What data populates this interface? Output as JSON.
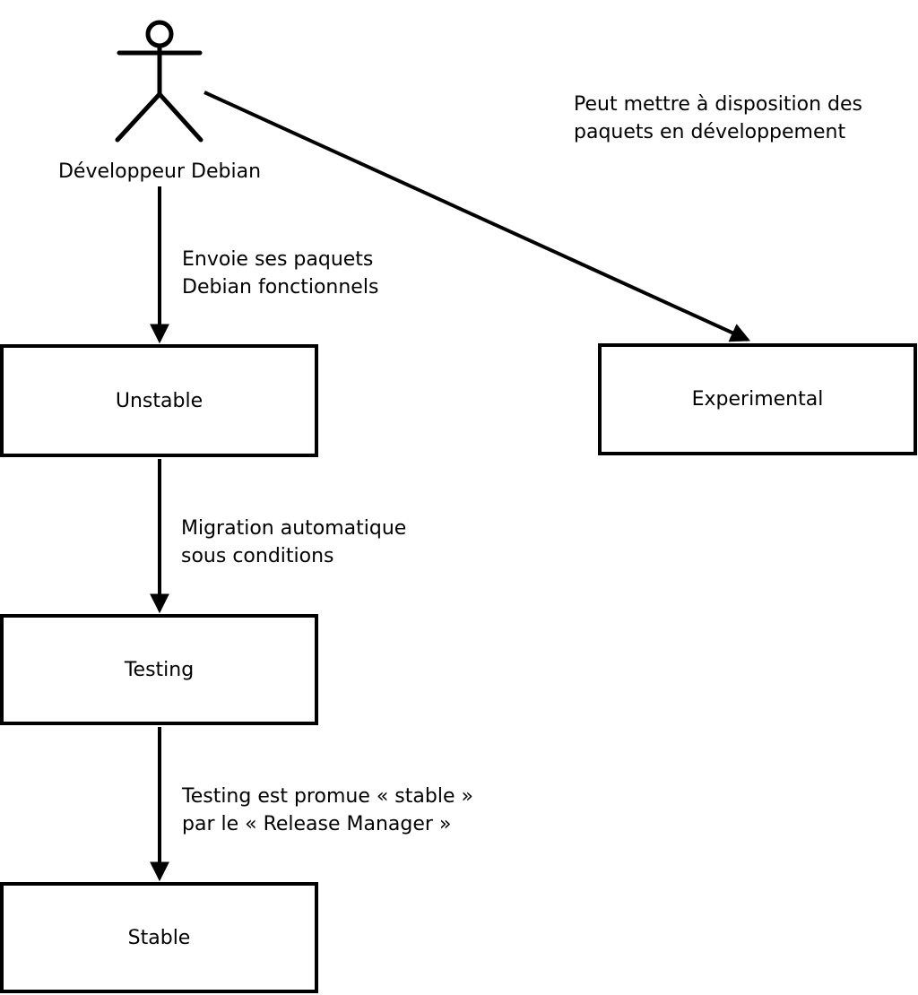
{
  "diagram": {
    "actor": {
      "id": "developpeur-debian",
      "label": "Développeur Debian"
    },
    "nodes": [
      {
        "id": "unstable",
        "label": "Unstable"
      },
      {
        "id": "experimental",
        "label": "Experimental"
      },
      {
        "id": "testing",
        "label": "Testing"
      },
      {
        "id": "stable",
        "label": "Stable"
      }
    ],
    "edges": [
      {
        "from": "developpeur-debian",
        "to": "unstable",
        "label": "Envoie ses paquets\nDebian fonctionnels"
      },
      {
        "from": "developpeur-debian",
        "to": "experimental",
        "label": "Peut mettre à disposition des\npaquets en développement"
      },
      {
        "from": "unstable",
        "to": "testing",
        "label": "Migration automatique\nsous conditions"
      },
      {
        "from": "testing",
        "to": "stable",
        "label": "Testing est promue « stable »\npar le « Release Manager »"
      }
    ],
    "colors": {
      "line": "#000000",
      "box_border": "#000000",
      "box_fill": "#ffffff",
      "background": "#ffffff",
      "text": "#000000"
    }
  }
}
